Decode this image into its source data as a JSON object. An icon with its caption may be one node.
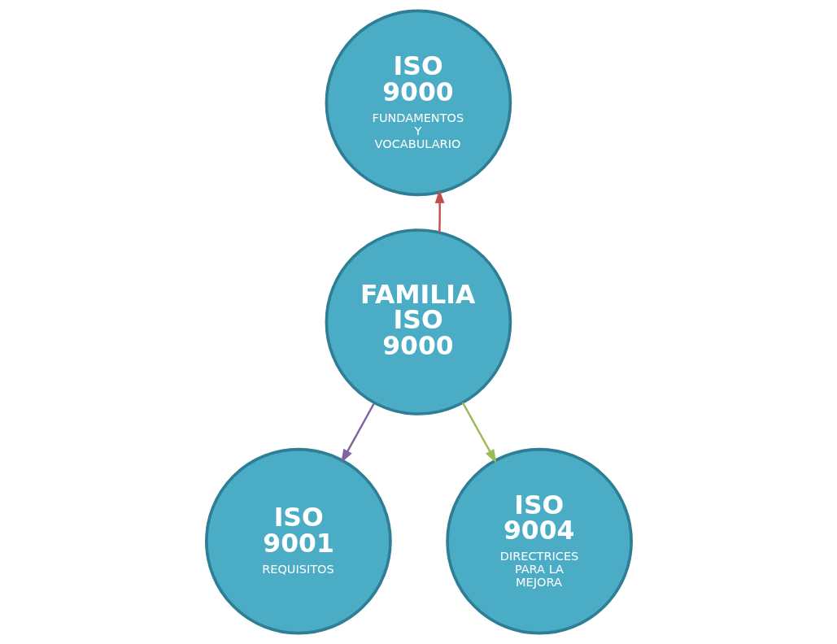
{
  "diagram": {
    "nodes": [
      {
        "text": [
          "ISO 9000",
          "FUNDAMENTOS Y VOCABULARIO"
        ]
      },
      {
        "text": [
          "FAMILIA ISO 9000"
        ]
      },
      {
        "text": [
          "ISO 9001",
          "REQUISITOS"
        ]
      },
      {
        "text": [
          "ISO 9004",
          "DIRECTRICES PARA LA MEJORA"
        ]
      }
    ],
    "edges": [
      {
        "from": 1,
        "to": 0,
        "arrow": "to",
        "color": "#c0504d"
      },
      {
        "from": 1,
        "to": 2,
        "arrow": "to",
        "color": "#8064a2"
      },
      {
        "from": 1,
        "to": 3,
        "arrow": "to",
        "color": "#9bbb59"
      }
    ]
  }
}
